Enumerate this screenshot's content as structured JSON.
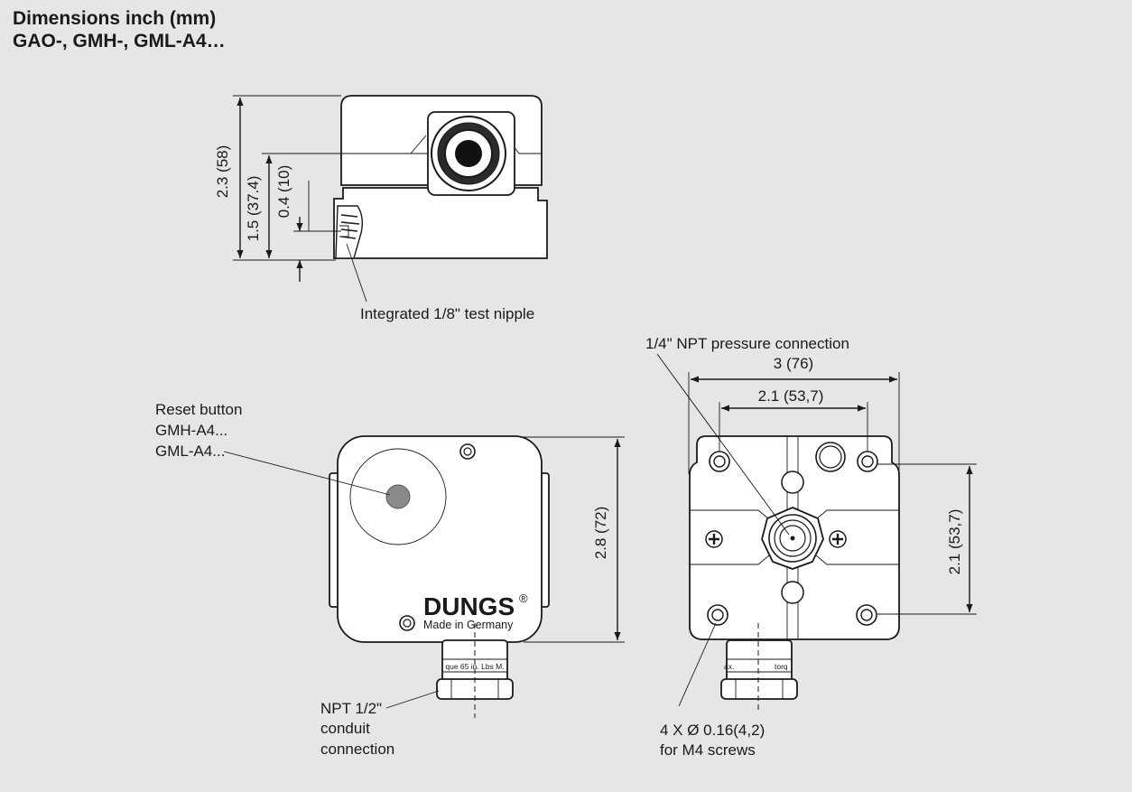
{
  "header": {
    "title_line1": "Dimensions inch (mm)",
    "title_line2": "GAO-, GMH-, GML-A4…"
  },
  "side_view": {
    "dim_total_height": "2.3 (58)",
    "dim_connection_height": "1.5 (37.4)",
    "dim_nipple_height": "0.4 (10)",
    "nipple_label": "Integrated 1/8\" test nipple"
  },
  "front_view": {
    "reset_label_line1": "Reset button",
    "reset_label_line2": "GMH-A4...",
    "reset_label_line3": "GML-A4...",
    "dim_height": "2.8 (72)",
    "brand": "DUNGS",
    "brand_mark": "®",
    "made_in": "Made in Germany",
    "conduit_text": "que 65 in. Lbs M.",
    "conduit_label_line1": "NPT 1/2\"",
    "conduit_label_line2": "conduit",
    "conduit_label_line3": "connection"
  },
  "back_view": {
    "pressure_label": "1/4\" NPT pressure connection",
    "dim_width": "3 (76)",
    "dim_hole_spacing_h": "2.1 (53,7)",
    "dim_hole_spacing_v": "2.1 (53,7)",
    "conduit_text_left": "ax.",
    "conduit_text_right": "torq",
    "screw_label_line1": "4 X Ø 0.16(4,2)",
    "screw_label_line2": "for M4 screws"
  }
}
